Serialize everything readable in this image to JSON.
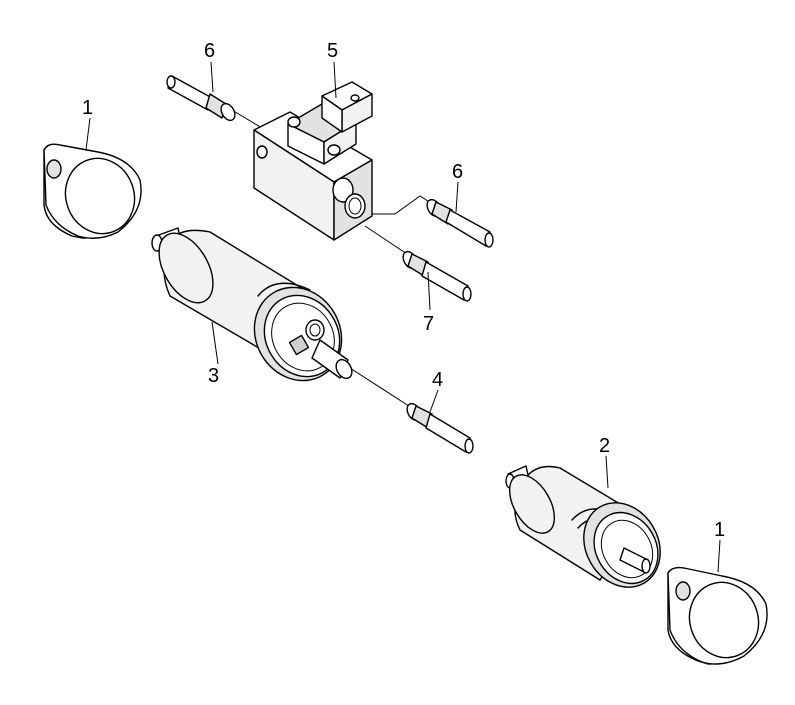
{
  "callouts": {
    "clamp_top": "1",
    "filter_small": "2",
    "pump": "3",
    "connector_4": "4",
    "valve_block": "5",
    "connector_6_top": "6",
    "connector_6_right": "6",
    "connector_7": "7",
    "clamp_bottom": "1"
  }
}
